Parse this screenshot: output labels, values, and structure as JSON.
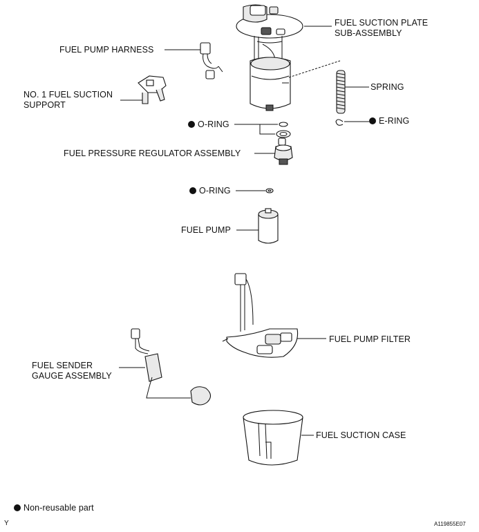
{
  "labels": {
    "fuel_suction_plate_line1": "FUEL SUCTION PLATE",
    "fuel_suction_plate_line2": "SUB-ASSEMBLY",
    "fuel_pump_harness": "FUEL PUMP HARNESS",
    "no1_suction_support_line1": "NO. 1 FUEL SUCTION",
    "no1_suction_support_line2": "SUPPORT",
    "spring": "SPRING",
    "o_ring_upper": "O-RING",
    "e_ring": "E-RING",
    "fuel_pressure_regulator": "FUEL PRESSURE REGULATOR ASSEMBLY",
    "o_ring_lower": "O-RING",
    "fuel_pump": "FUEL PUMP",
    "fuel_pump_filter": "FUEL PUMP FILTER",
    "fuel_sender_line1": "FUEL SENDER",
    "fuel_sender_line2": "GAUGE ASSEMBLY",
    "fuel_suction_case": "FUEL SUCTION CASE"
  },
  "legend": {
    "non_reusable": "Non-reusable part"
  },
  "footer": {
    "corner_letter": "Y",
    "figure_code": "A119855E07"
  }
}
